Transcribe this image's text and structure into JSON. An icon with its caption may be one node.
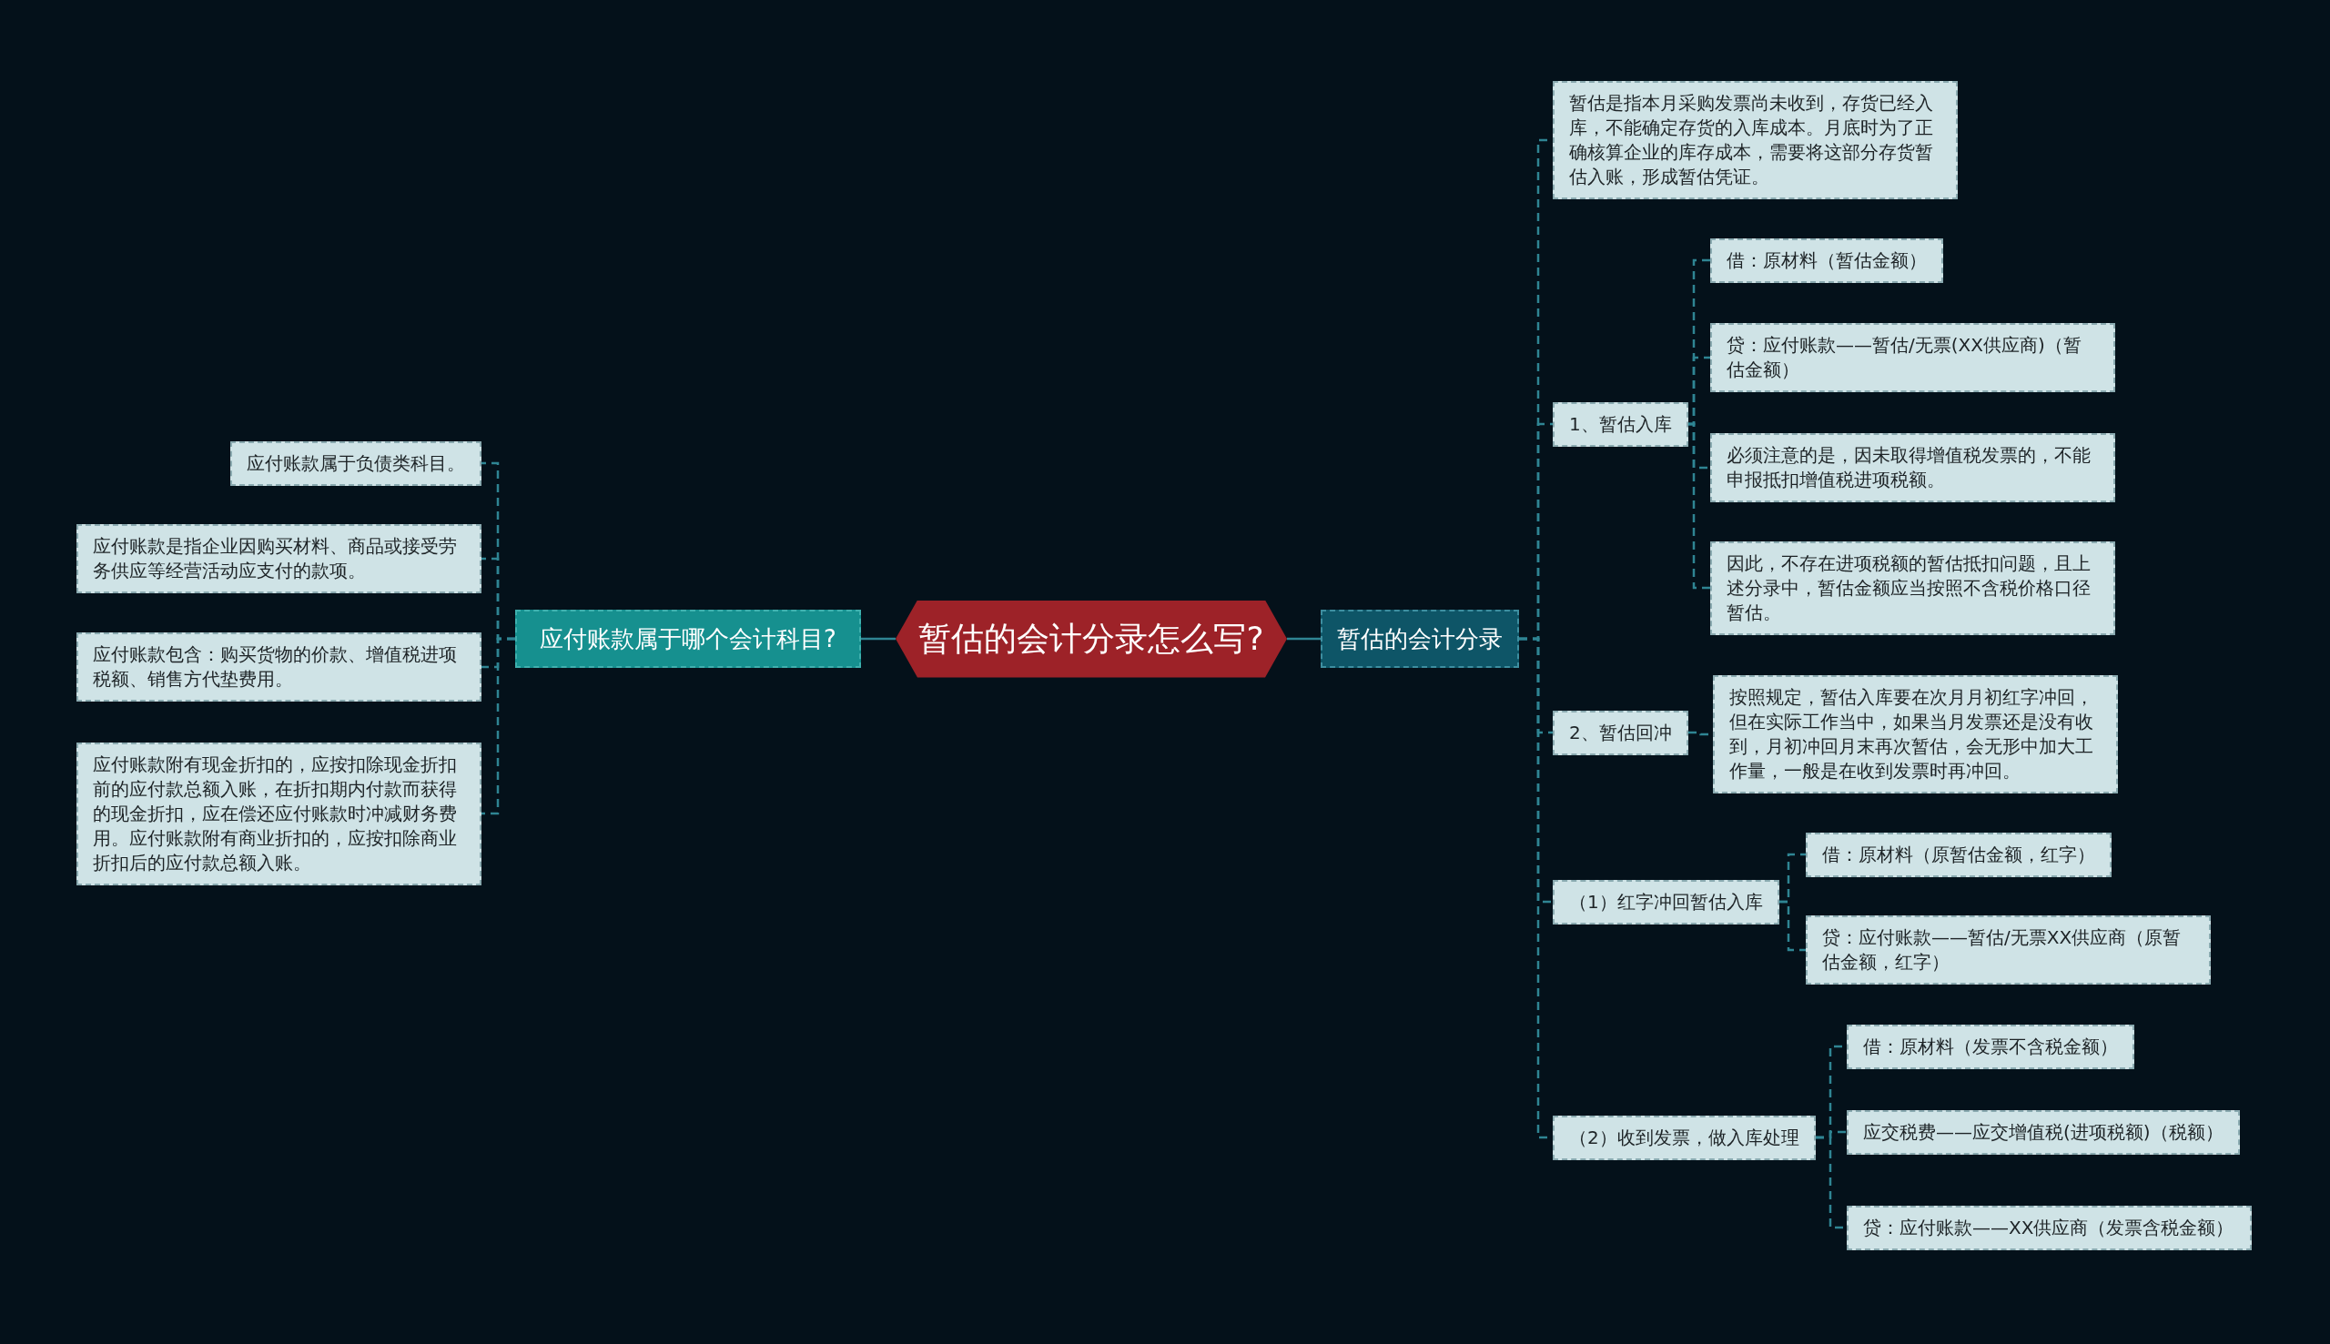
{
  "diagram": {
    "nodes": [
      {
        "text": [
          "暂估的会计分录怎么写?"
        ]
      },
      {
        "text": [
          "应付账款属于哪个会计科目?"
        ]
      },
      {
        "text": [
          "应付账款属于负债类科目。"
        ]
      },
      {
        "text": [
          "应付账款是指企业因购买材料、商品或接受劳务供应等经营活动应支付的款项。"
        ]
      },
      {
        "text": [
          "应付账款包含：购买货物的价款、增值税进项税额、销售方代垫费用。"
        ]
      },
      {
        "text": [
          "应付账款附有现金折扣的，应按扣除现金折扣前的应付款总额入账，在折扣期内付款而获得的现金折扣，应在偿还应付账款时冲减财务费用。应付账款附有商业折扣的，应按扣除商业折扣后的应付款总额入账。"
        ]
      },
      {
        "text": [
          "暂估的会计分录"
        ]
      },
      {
        "text": [
          "暂估是指本月采购发票尚未收到，存货已经入库，不能确定存货的入库成本。月底时为了正确核算企业的库存成本，需要将这部分存货暂估入账，形成暂估凭证。"
        ]
      },
      {
        "text": [
          "1、暂估入库"
        ]
      },
      {
        "text": [
          "借：原材料（暂估金额）"
        ]
      },
      {
        "text": [
          "贷：应付账款——暂估/无票(XX供应商)（暂估金额）"
        ]
      },
      {
        "text": [
          "必须注意的是，因未取得增值税发票的，不能申报抵扣增值税进项税额。"
        ]
      },
      {
        "text": [
          "因此，不存在进项税额的暂估抵扣问题，且上述分录中，暂估金额应当按照不含税价格口径暂估。"
        ]
      },
      {
        "text": [
          "2、暂估回冲"
        ]
      },
      {
        "text": [
          "按照规定，暂估入库要在次月月初红字冲回，但在实际工作当中，如果当月发票还是没有收到，月初冲回月末再次暂估，会无形中加大工作量，一般是在收到发票时再冲回。"
        ]
      },
      {
        "text": [
          "（1）红字冲回暂估入库"
        ]
      },
      {
        "text": [
          "借：原材料（原暂估金额，红字）"
        ]
      },
      {
        "text": [
          "贷：应付账款——暂估/无票XX供应商（原暂估金额，红字）"
        ]
      },
      {
        "text": [
          "（2）收到发票，做入库处理"
        ]
      },
      {
        "text": [
          "借：原材料（发票不含税金额）"
        ]
      },
      {
        "text": [
          "应交税费——应交增值税(进项税额)（税额）"
        ]
      },
      {
        "text": [
          "贷：应付账款——XX供应商（发票含税金额）"
        ]
      }
    ],
    "edges": [
      {
        "from": 0,
        "to": 1,
        "arrow": "none"
      },
      {
        "from": 0,
        "to": 6,
        "arrow": "none"
      },
      {
        "from": 1,
        "to": 2,
        "arrow": "none",
        "style": "dashed"
      },
      {
        "from": 1,
        "to": 3,
        "arrow": "none",
        "style": "dashed"
      },
      {
        "from": 1,
        "to": 4,
        "arrow": "none",
        "style": "dashed"
      },
      {
        "from": 1,
        "to": 5,
        "arrow": "none",
        "style": "dashed"
      },
      {
        "from": 6,
        "to": 7,
        "arrow": "none",
        "style": "dashed"
      },
      {
        "from": 6,
        "to": 8,
        "arrow": "none",
        "style": "dashed"
      },
      {
        "from": 6,
        "to": 13,
        "arrow": "none",
        "style": "dashed"
      },
      {
        "from": 6,
        "to": 15,
        "arrow": "none",
        "style": "dashed"
      },
      {
        "from": 6,
        "to": 18,
        "arrow": "none",
        "style": "dashed"
      },
      {
        "from": 8,
        "to": 9,
        "arrow": "none",
        "style": "dashed"
      },
      {
        "from": 8,
        "to": 10,
        "arrow": "none",
        "style": "dashed"
      },
      {
        "from": 8,
        "to": 11,
        "arrow": "none",
        "style": "dashed"
      },
      {
        "from": 8,
        "to": 12,
        "arrow": "none",
        "style": "dashed"
      },
      {
        "from": 13,
        "to": 14,
        "arrow": "none",
        "style": "dashed"
      },
      {
        "from": 15,
        "to": 16,
        "arrow": "none",
        "style": "dashed"
      },
      {
        "from": 15,
        "to": 17,
        "arrow": "none",
        "style": "dashed"
      },
      {
        "from": 18,
        "to": 19,
        "arrow": "none",
        "style": "dashed"
      },
      {
        "from": 18,
        "to": 20,
        "arrow": "none",
        "style": "dashed"
      },
      {
        "from": 18,
        "to": 21,
        "arrow": "none",
        "style": "dashed"
      }
    ]
  }
}
